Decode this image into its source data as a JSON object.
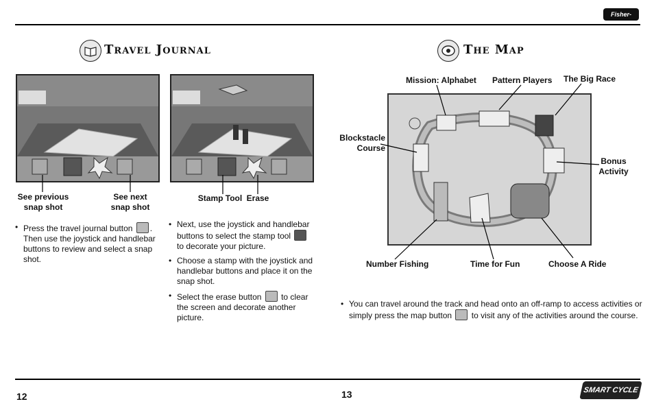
{
  "header": {
    "brand_logo": "Fisher-Price"
  },
  "left_page": {
    "title": "Travel Journal",
    "title_icon": "book-icon",
    "labels": {
      "prev": "See previous\nsnap shot",
      "next": "See next\nsnap shot"
    },
    "bullets": [
      {
        "pre": "Press the travel journal button ",
        "icon": "book-icon",
        "post": ". Then use the joystick and handlebar buttons to review and select a snap shot."
      }
    ],
    "page_number": "12"
  },
  "middle": {
    "labels": {
      "stamp": "Stamp Tool",
      "erase": "Erase"
    },
    "bullets": [
      {
        "pre": "Next, use the joystick and handlebar buttons to select the stamp tool ",
        "icon": "stamp-icon",
        "post": " to decorate your picture."
      },
      {
        "pre": "Choose a stamp with the joystick and handlebar buttons and place it on the snap shot.",
        "icon": "",
        "post": ""
      },
      {
        "pre": "Select the erase button ",
        "icon": "erase-icon",
        "post": " to clear the screen and decorate another picture."
      }
    ]
  },
  "right_page": {
    "title": "The Map",
    "title_icon": "map-icon",
    "map_labels": {
      "mission_alphabet": "Mission: Alphabet",
      "pattern_players": "Pattern Players",
      "big_race": "The Big Race",
      "blockstacle": "Blockstacle\nCourse",
      "bonus": "Bonus\nActivity",
      "number_fishing": "Number Fishing",
      "time_for_fun": "Time for Fun",
      "choose_ride": "Choose A Ride"
    },
    "bullet": {
      "pre": "You can travel around the track and head onto an off-ramp to access activities or simply press the map button ",
      "icon": "map-icon",
      "post": " to visit any of the activities around the course."
    },
    "page_number": "13"
  },
  "footer": {
    "product_logo": "SMART CYCLE Racer"
  }
}
